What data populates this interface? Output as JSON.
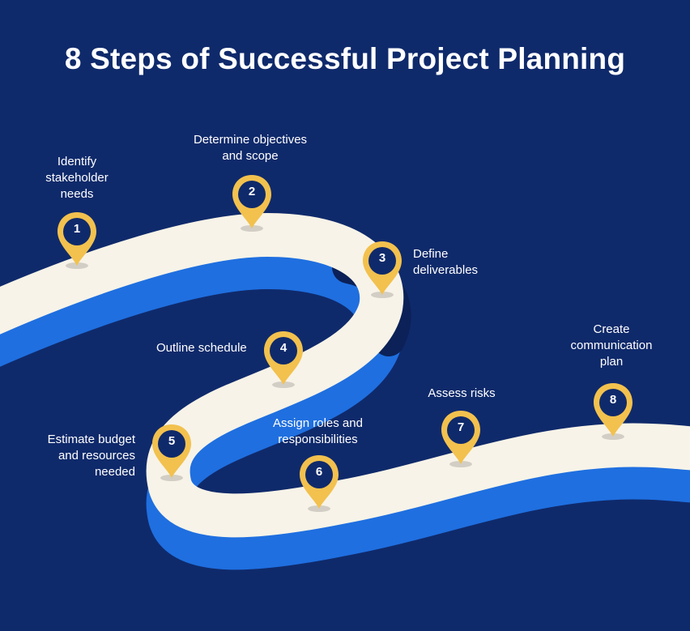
{
  "title": "8 Steps of Successful Project Planning",
  "colors": {
    "background": "#0f2a6b",
    "road_top": "#f7f3e8",
    "road_side": "#1f6fe0",
    "pin": "#f2c14e",
    "pin_inner": "#0f2a6b",
    "text": "#ffffff"
  },
  "steps": [
    {
      "number": "1",
      "label": "Identify\nstakeholder\nneeds"
    },
    {
      "number": "2",
      "label": "Determine objectives\nand scope"
    },
    {
      "number": "3",
      "label": "Define\ndeliverables"
    },
    {
      "number": "4",
      "label": "Outline schedule"
    },
    {
      "number": "5",
      "label": "Estimate budget\nand resources\nneeded"
    },
    {
      "number": "6",
      "label": "Assign roles and\nresponsibilities"
    },
    {
      "number": "7",
      "label": "Assess risks"
    },
    {
      "number": "8",
      "label": "Create\ncommunication\nplan"
    }
  ]
}
